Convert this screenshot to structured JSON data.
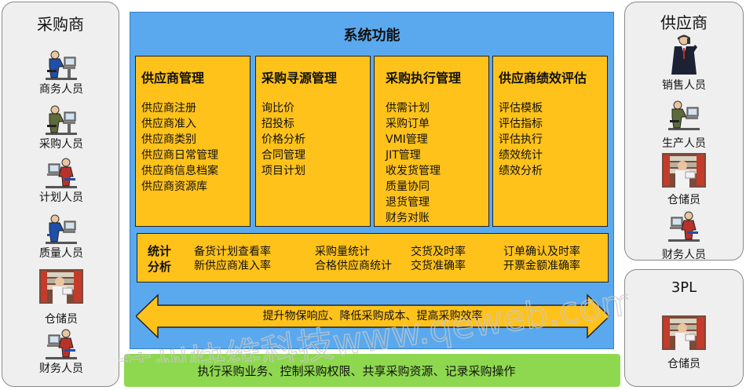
{
  "left_panel": {
    "title": "采购商",
    "people": [
      {
        "label": "商务人员",
        "icon": "computer-user-icon"
      },
      {
        "label": "采购人员",
        "icon": "computer-user-icon"
      },
      {
        "label": "计划人员",
        "icon": "computer-user-icon"
      },
      {
        "label": "质量人员",
        "icon": "computer-user-icon"
      },
      {
        "label": "仓储员",
        "icon": "warehouse-worker-photo"
      },
      {
        "label": "财务人员",
        "icon": "computer-user-icon"
      }
    ]
  },
  "right_panel_top": {
    "title": "供应商",
    "people": [
      {
        "label": "销售人员",
        "icon": "phone-businessman-icon"
      },
      {
        "label": "生产人员",
        "icon": "computer-user-icon"
      },
      {
        "label": "仓储员",
        "icon": "warehouse-worker-photo"
      },
      {
        "label": "财务人员",
        "icon": "computer-user-icon"
      }
    ]
  },
  "right_panel_bottom": {
    "title": "3PL",
    "people": [
      {
        "label": "仓储员",
        "icon": "warehouse-worker-photo"
      }
    ]
  },
  "main": {
    "title": "系统功能",
    "modules": [
      {
        "title": "供应商管理",
        "items": [
          "供应商注册",
          "供应商准入",
          "供应商类别",
          "供应商日常管理",
          "供应商信息档案",
          "供应商资源库"
        ]
      },
      {
        "title": "采购寻源管理",
        "items": [
          "询比价",
          "招投标",
          "价格分析",
          "合同管理",
          "项目计划"
        ]
      },
      {
        "title": "采购执行管理",
        "items": [
          "供需计划",
          "采购订单",
          "VMI管理",
          "JIT管理",
          "收发货管理",
          "质量协同",
          "退货管理",
          "财务对账"
        ]
      },
      {
        "title": "供应商绩效评估",
        "items": [
          "评估模板",
          "评估指标",
          "评估执行",
          "绩效统计",
          "绩效分析"
        ]
      }
    ],
    "stats": {
      "title_line1": "统计",
      "title_line2": "分析",
      "items": [
        "备货计划查看率",
        "新供应商准入率",
        "采购量统计",
        "合格供应商统计",
        "交货及时率",
        "交货准确率",
        "订单确认及时率",
        "开票金额准确率"
      ]
    },
    "goal": "提升物保响应、降低采购成本、提高采购效率"
  },
  "bottom_bar": {
    "text": "执行采购业务、控制采购权限、共享采购资源、记录采购操作"
  },
  "watermark": "苏州快维科技www.qeweb.com",
  "colors": {
    "main_bg": "#5aa9ee",
    "module_bg": "#ffc21a",
    "bottom_bar": "#8ed84f",
    "side_panel_bg": "#efefef"
  }
}
